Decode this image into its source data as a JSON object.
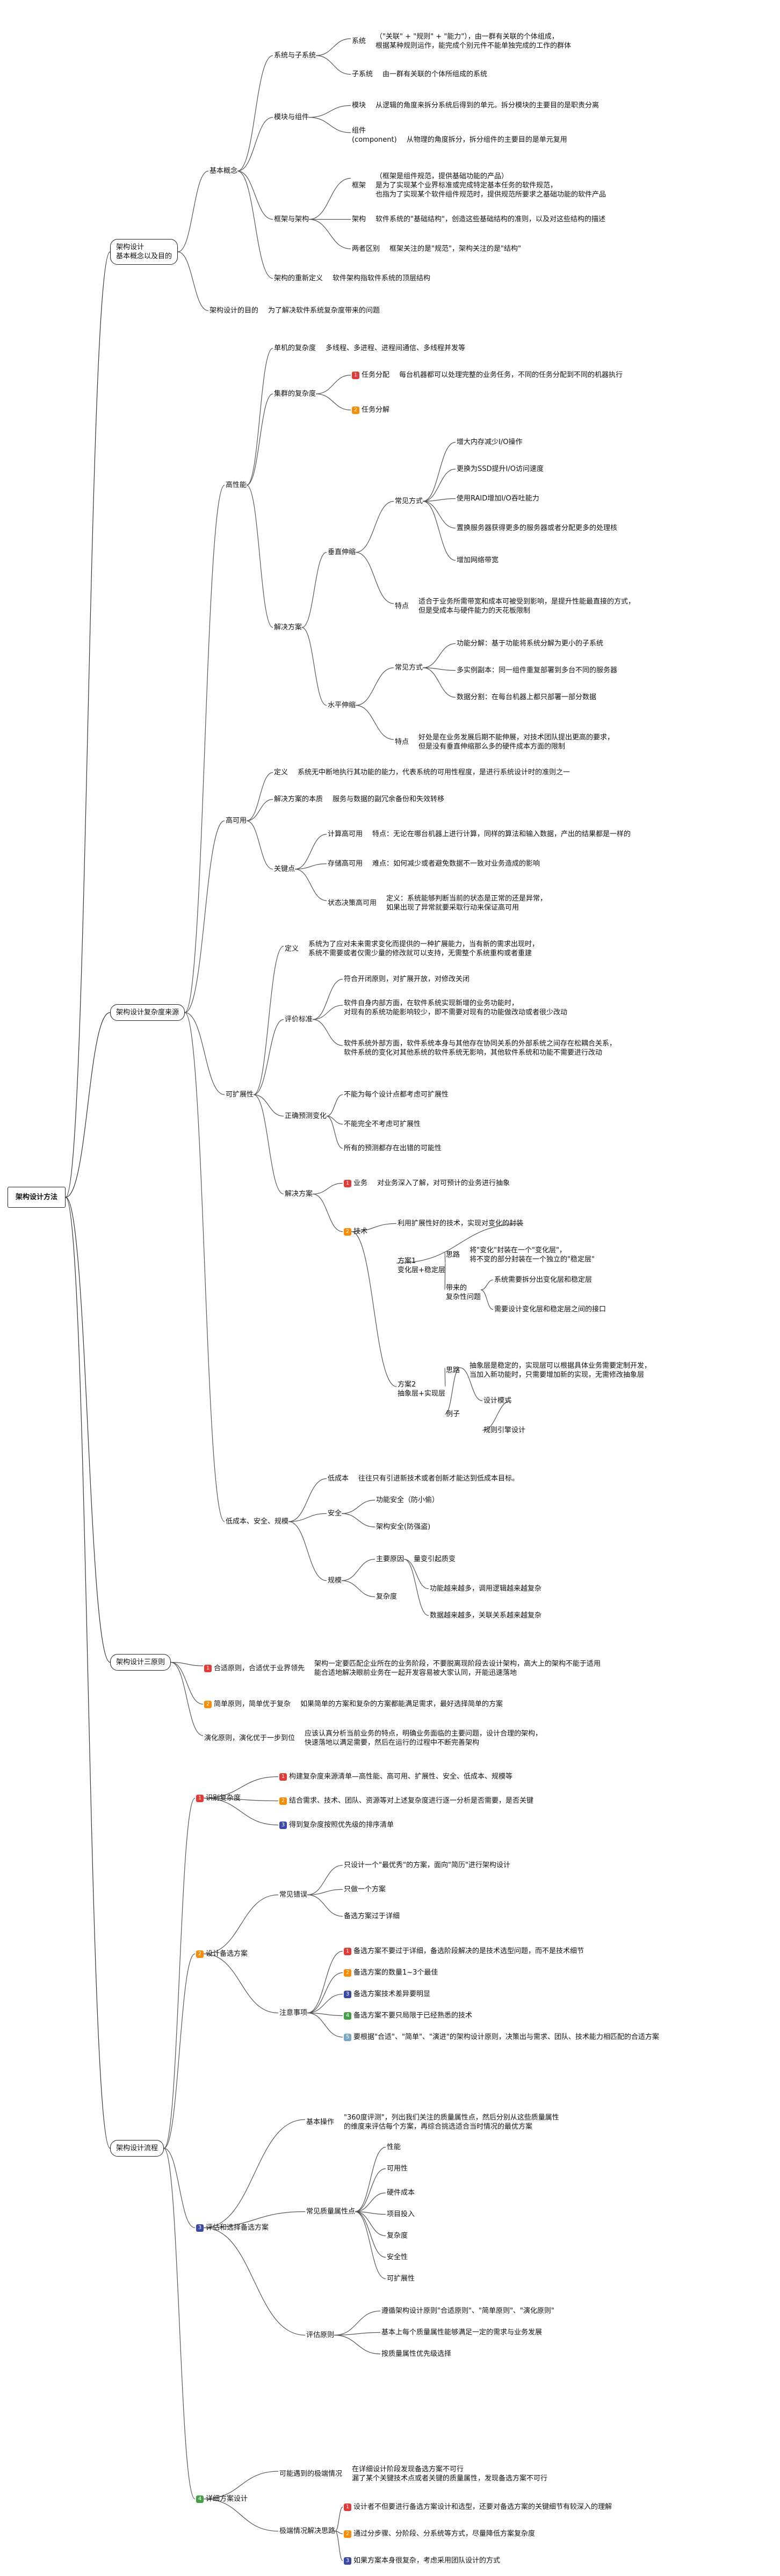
{
  "root": "架构设计方法",
  "sections": [
    {
      "title": "架构设计\n基本概念以及目的",
      "items": [
        {
          "label": "基本概念"
        },
        {
          "label": "系统与子系统"
        },
        {
          "label": "系统",
          "desc": "（\"关联\" + \"规则\" + \"能力\"），由一群有关联的个体组成，\n根据某种规则运作，能完成个别元件不能单独完成的工作的群体"
        },
        {
          "label": "子系统",
          "desc": "由一群有关联的个体所组成的系统"
        },
        {
          "label": "模块与组件"
        },
        {
          "label": "模块",
          "desc": "从逻辑的角度来拆分系统后得到的单元。拆分模块的主要目的是职责分离"
        },
        {
          "label": "组件\n(component)",
          "desc": "从物理的角度拆分，拆分组件的主要目的是单元复用"
        },
        {
          "label": "框架与架构"
        },
        {
          "label": "框架",
          "desc": "（框架是组件规范，提供基础功能的产品）\n是为了实现某个业界标准或完成特定基本任务的软件规范，\n也指为了实现某个软件组件规范时，提供规范所要求之基础功能的软件产品"
        },
        {
          "label": "架构",
          "desc": "软件系统的\"基础结构\"，创造这些基础结构的准则，以及对这些结构的描述"
        },
        {
          "label": "两者区别",
          "desc": "框架关注的是\"规范\"，架构关注的是\"结构\""
        },
        {
          "label": "架构的重新定义",
          "desc": "软件架构指软件系统的顶层结构"
        },
        {
          "label": "架构设计的目的",
          "desc": "为了解决软件系统复杂度带来的问题"
        }
      ]
    },
    {
      "title": "架构设计复杂度来源",
      "items": [
        {
          "label": "高性能"
        },
        {
          "label": "单机的复杂度",
          "desc": "多线程、多进程、进程间通信、多线程并发等"
        },
        {
          "label": "集群的复杂度"
        },
        {
          "label": "任务分配",
          "badge": "1",
          "desc": "每台机器都可以处理完整的业务任务，不同的任务分配到不同的机器执行"
        },
        {
          "label": "任务分解",
          "badge": "2"
        },
        {
          "label": "解决方案"
        },
        {
          "label": "垂直伸缩"
        },
        {
          "label": "常见方式"
        },
        {
          "label": "增大内存减少I/O操作"
        },
        {
          "label": "更换为SSD提升I/O访问速度"
        },
        {
          "label": "使用RAID增加I/O吞吐能力"
        },
        {
          "label": "置换服务器获得更多的服务器或者分配更多的处理核"
        },
        {
          "label": "增加网络带宽"
        },
        {
          "label": "特点",
          "desc": "适合于业务所需带宽和成本可被受到影响，是提升性能最直接的方式，\n但是受成本与硬件能力的天花板限制"
        },
        {
          "label": "水平伸缩"
        },
        {
          "label": "常见方式"
        },
        {
          "label": "功能分解：基于功能将系统分解为更小的子系统"
        },
        {
          "label": "多实例副本：同一组件重复部署到多台不同的服务器"
        },
        {
          "label": "数据分割：在每台机器上都只部署一部分数据"
        },
        {
          "label": "特点",
          "desc": "好处是在业务发展后期不能伸展，对技术团队提出更高的要求，\n但是没有垂直伸缩那么多的硬件成本方面的限制"
        },
        {
          "label": "高可用"
        },
        {
          "label": "定义",
          "desc": "系统无中断地执行其功能的能力，代表系统的可用性程度，是进行系统设计时的准则之一"
        },
        {
          "label": "解决方案的本质",
          "desc": "服务与数据的副冗余备份和失效转移"
        },
        {
          "label": "关键点"
        },
        {
          "label": "计算高可用",
          "desc": "特点：无论在哪台机器上进行计算，同样的算法和输入数据，产出的结果都是一样的"
        },
        {
          "label": "存储高可用",
          "desc": "难点：如何减少或者避免数据不一致对业务造成的影响"
        },
        {
          "label": "状态决策高可用",
          "desc": "定义：系统能够判断当前的状态是正常的还是异常，\n如果出现了异常就要采取行动来保证高可用"
        },
        {
          "label": "可扩展性"
        },
        {
          "label": "定义",
          "desc": "系统为了应对未来需求变化而提供的一种扩展能力，当有新的需求出现时，\n系统不需要或者仅需少量的修改就可以支持，无需整个系统重构或者重建"
        },
        {
          "label": "评价标准"
        },
        {
          "label": "符合开闭原则，对扩展开放，对修改关闭"
        },
        {
          "label": "软件自身内部方面，在软件系统实现新增的业务功能时，\n对现有的系统功能影响较少，即不需要对现有的功能做改动或者很少改动"
        },
        {
          "label": "软件系统外部方面，软件系统本身与其他存在协同关系的外部系统之间存在松耦合关系，\n软件系统的变化对其他系统的软件系统无影响，其他软件系统和功能不需要进行改动"
        },
        {
          "label": "正确预测变化"
        },
        {
          "label": "不能为每个设计点都考虑可扩展性"
        },
        {
          "label": "不能完全不考虑可扩展性"
        },
        {
          "label": "所有的预测都存在出错的可能性"
        },
        {
          "label": "解决方案"
        },
        {
          "label": "业务",
          "badge": "1",
          "desc": "对业务深入了解，对可预计的业务进行抽象"
        },
        {
          "label": "技术",
          "badge": "2"
        },
        {
          "label": "利用扩展性好的技术，实现对变化的封装"
        },
        {
          "label": "方案1\n变化层+稳定层"
        },
        {
          "label": "思路",
          "desc": "将\"变化\"封装在一个\"变化层\"，\n将不变的部分封装在一个独立的\"稳定层\""
        },
        {
          "label": "带来的\n复杂性问题"
        },
        {
          "label": "系统需要拆分出变化层和稳定层"
        },
        {
          "label": "需要设计变化层和稳定层之间的接口"
        },
        {
          "label": "方案2\n抽象层+实现层"
        },
        {
          "label": "思路",
          "desc": "抽象层是稳定的，实现层可以根据具体业务需要定制开发，\n当加入新功能时，只需要增加新的实现，无需修改抽象层"
        },
        {
          "label": "例子"
        },
        {
          "label": "设计模式"
        },
        {
          "label": "规则引擎设计"
        },
        {
          "label": "低成本、安全、规模"
        },
        {
          "label": "低成本",
          "desc": "往往只有引进新技术或者创新才能达到低成本目标。"
        },
        {
          "label": "安全"
        },
        {
          "label": "功能安全（防小偷）"
        },
        {
          "label": "架构安全(防强盗)"
        },
        {
          "label": "规模"
        },
        {
          "label": "主要原因",
          "desc": "量变引起质变"
        },
        {
          "label": "复杂度"
        },
        {
          "label": "功能越来越多，调用逻辑越来越复杂"
        },
        {
          "label": "数据越来越多，关联关系越来越复杂"
        }
      ]
    },
    {
      "title": "架构设计三原则",
      "items": [
        {
          "label": "合适原则，合适优于业界领先",
          "badge": "1",
          "desc": "架构一定要匹配企业所在的业务阶段，不要脱离现阶段去设计架构，高大上的架构不能于适用\n能合适地解决眼前业务在一起开发容易被大家认同，开能迅速落地"
        },
        {
          "label": "简单原则，简单优于复杂",
          "badge": "2",
          "desc": "如果简单的方案和复杂的方案都能满足需求，最好选择简单的方案"
        },
        {
          "label": "演化原则，演化优于一步到位",
          "desc": "应该认真分析当前业务的特点，明确业务面临的主要问题，设计合理的架构，\n快速落地以满足需要，然后在运行的过程中不断完善架构"
        }
      ]
    },
    {
      "title": "架构设计流程",
      "items": [
        {
          "label": "识别复杂度",
          "badge": "1"
        },
        {
          "label": "构建复杂度来源清单—高性能、高可用、扩展性、安全、低成本、规模等",
          "badge": "1"
        },
        {
          "label": "结合需求、技术、团队、资源等对上述复杂度进行逐一分析是否需要，是否关键",
          "badge": "2"
        },
        {
          "label": "得到复杂度按照优先级的排序清单",
          "badge": "3"
        },
        {
          "label": "设计备选方案",
          "badge": "2"
        },
        {
          "label": "常见错误"
        },
        {
          "label": "只设计一个\"最优秀\"的方案，面向\"简历\"进行架构设计"
        },
        {
          "label": "只做一个方案"
        },
        {
          "label": "备选方案过于详细"
        },
        {
          "label": "注意事项"
        },
        {
          "label": "备选方案不要过于详细，备选阶段解决的是技术选型问题，而不是技术细节",
          "badge": "1"
        },
        {
          "label": "备选方案的数量1~3个最佳",
          "badge": "2"
        },
        {
          "label": "备选方案技术差异要明显",
          "badge": "3"
        },
        {
          "label": "备选方案不要只局限于已经熟悉的技术",
          "badge": "4"
        },
        {
          "label": "要根据\"合适\"、\"简单\"、\"演进\"的架构设计原则，决策出与需求、团队、技术能力相匹配的合适方案",
          "badge": "5"
        },
        {
          "label": "评估和选择备选方案",
          "badge": "3"
        },
        {
          "label": "基本操作",
          "desc": "\"360度评测\"，列出我们关注的质量属性点，然后分别从这些质量属性\n的维度来评估每个方案，再综合挑选适合当时情况的最优方案"
        },
        {
          "label": "常见质量属性点"
        },
        {
          "label": "性能"
        },
        {
          "label": "可用性"
        },
        {
          "label": "硬件成本"
        },
        {
          "label": "项目投入"
        },
        {
          "label": "复杂度"
        },
        {
          "label": "安全性"
        },
        {
          "label": "可扩展性"
        },
        {
          "label": "评估原则"
        },
        {
          "label": "遵循架构设计原则\"合适原则\"、\"简单原则\"、\"演化原则\""
        },
        {
          "label": "基本上每个质量属性能够满足一定的需求与业务发展"
        },
        {
          "label": "按质量属性优先级选择"
        },
        {
          "label": "详细方案设计",
          "badge": "4"
        },
        {
          "label": "可能遇到的极端情况",
          "desc": "在详细设计阶段发现备选方案不可行\n漏了某个关键技术点或者关键的质量属性，发现备选方案不可行"
        },
        {
          "label": "极端情况解决思路"
        },
        {
          "label": "设计者不但要进行备选方案设计和选型，还要对备选方案的关键细节有较深入的理解",
          "badge": "1"
        },
        {
          "label": "通过分步骤、分阶段、分系统等方式，尽量降低方案复杂度",
          "badge": "2"
        },
        {
          "label": "如果方案本身很复杂，考虑采用团队设计的方式",
          "badge": "3"
        }
      ]
    }
  ]
}
